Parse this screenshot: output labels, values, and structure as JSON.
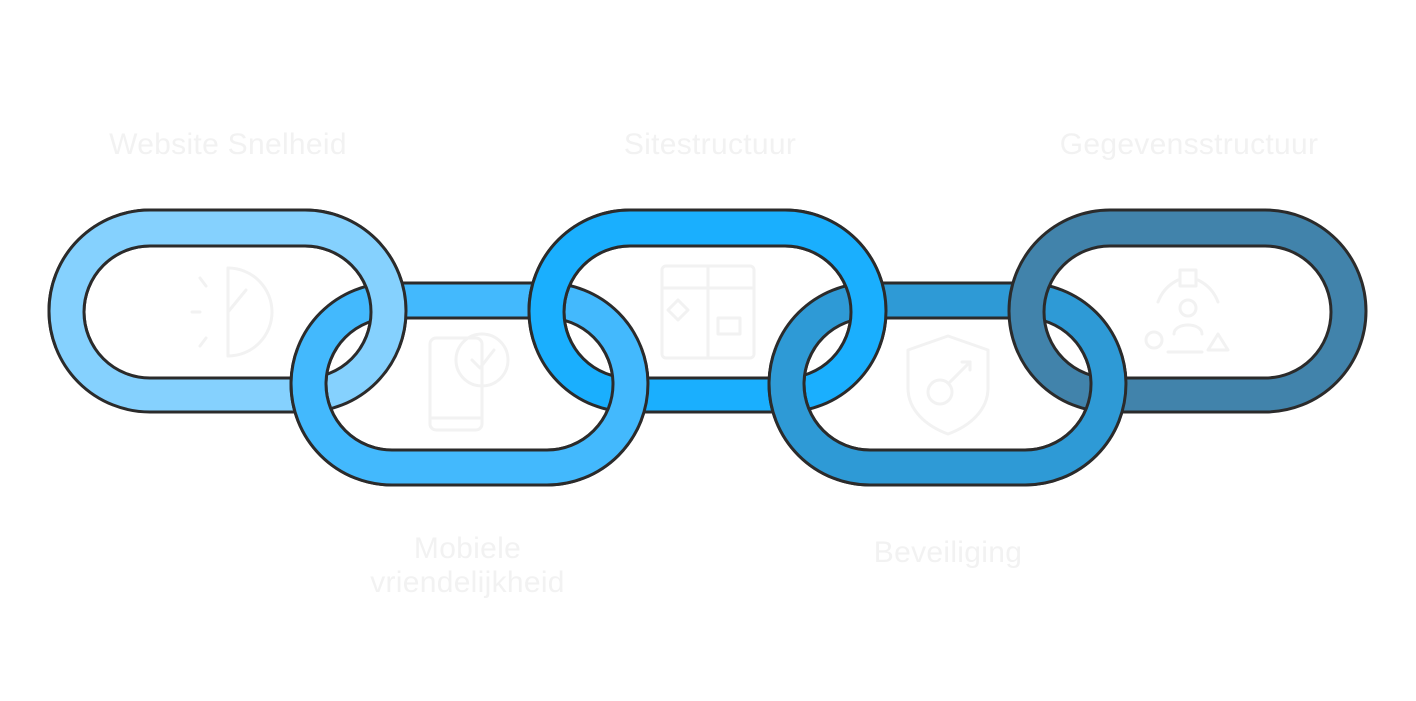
{
  "diagram": {
    "links": [
      {
        "label": "Website Snelheid",
        "color": "#85d1fe",
        "icon": "speedometer-icon"
      },
      {
        "label": "Mobiele vriendelijkheid",
        "color": "#43b9fd",
        "icon": "mobile-check-icon"
      },
      {
        "label": "Sitestructuur",
        "color": "#1aaffe",
        "icon": "sitemap-icon"
      },
      {
        "label": "Beveiliging",
        "color": "#2e9ad6",
        "icon": "shield-icon"
      },
      {
        "label": "Gegevensstructuur",
        "color": "#4183ab",
        "icon": "data-structure-icon"
      }
    ]
  }
}
